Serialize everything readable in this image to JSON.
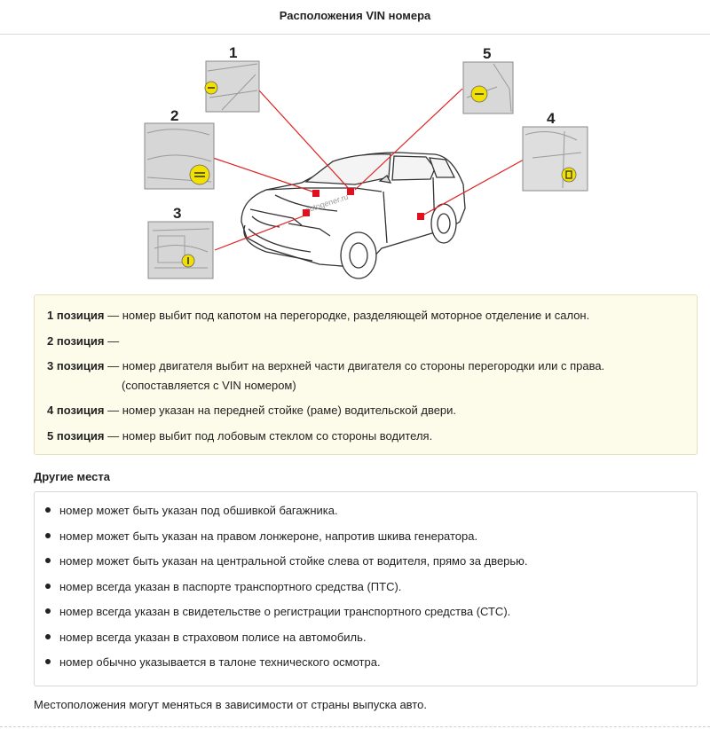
{
  "header": {
    "title": "Расположения VIN номера"
  },
  "diagram": {
    "callouts": [
      "1",
      "2",
      "3",
      "4",
      "5"
    ],
    "watermark": "autogener.ru",
    "colors": {
      "line": "#e02020",
      "marker": "#e0101e",
      "highlight": "#f2e000",
      "photo_bg": "#d6d6d6"
    }
  },
  "positions": [
    {
      "label": "1 позиция",
      "text": "— номер выбит под капотом на перегородке, разделяющей моторное отделение и салон."
    },
    {
      "label": "2 позиция",
      "text": "—"
    },
    {
      "label": "3 позиция",
      "text": "— номер двигателя выбит на верхней части двигателя со стороны перегородки или с права.",
      "text2": "(сопоставляется с VIN номером)"
    },
    {
      "label": "4 позиция",
      "text": "— номер указан на передней стойке (раме) водительской двери."
    },
    {
      "label": "5 позиция",
      "text": "— номер выбит под лобовым стеклом со стороны водителя."
    }
  ],
  "other": {
    "title": "Другие места",
    "items": [
      "номер может быть указан под обшивкой багажника.",
      "номер может быть указан на правом лонжероне, напротив шкива генератора.",
      "номер может быть указан на центральной стойке слева от водителя, прямо за дверью.",
      "номер всегда указан в паспорте транспортного средства (ПТС).",
      "номер всегда указан в свидетельстве о регистрации транспортного средства (СТС).",
      "номер всегда указан в страховом полисе на автомобиль.",
      "номер обычно указывается в талоне технического осмотра."
    ]
  },
  "footnote": "Местоположения могут меняться в зависимости от страны выпуска авто."
}
